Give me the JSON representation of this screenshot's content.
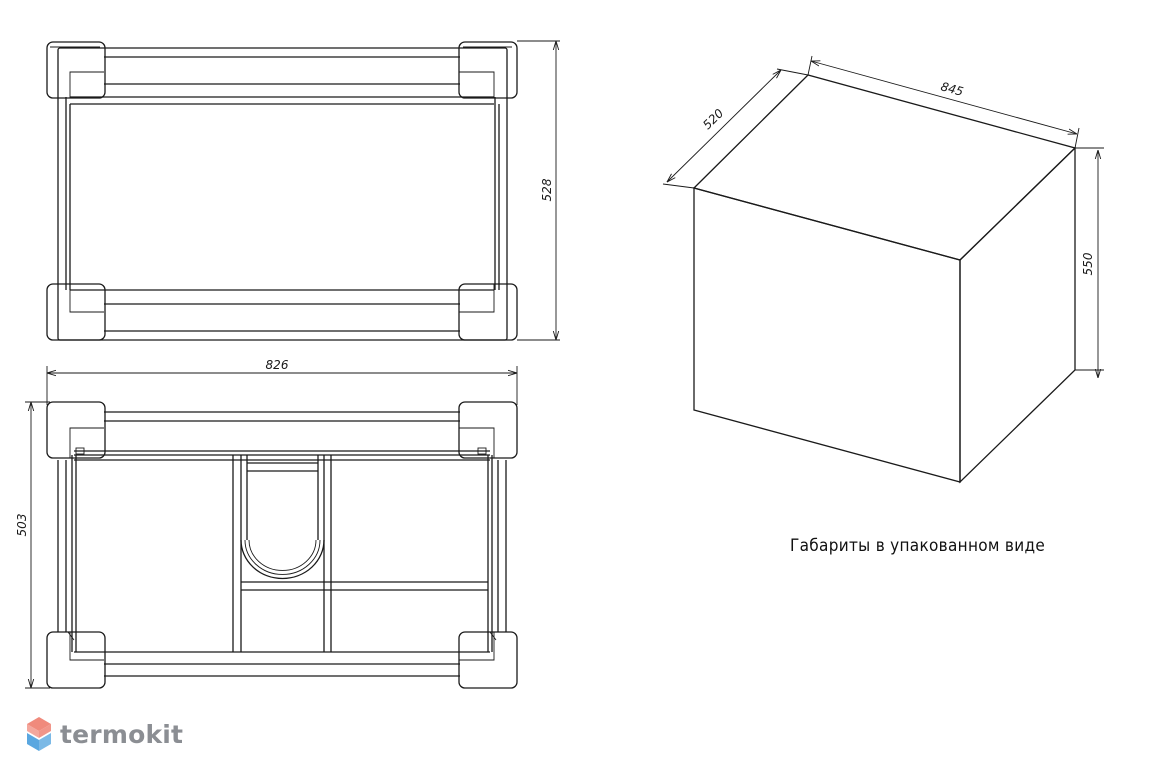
{
  "dimensions": {
    "top_view_height": "528",
    "front_view_width": "826",
    "front_view_height": "503",
    "box_depth": "520",
    "box_width": "845",
    "box_height": "550"
  },
  "caption": "Габариты в упакованном виде",
  "logo": {
    "text": "termokit",
    "colors": {
      "top": "#f08a7c",
      "bottom": "#5aa7e0",
      "text": "#8b8e93"
    }
  }
}
